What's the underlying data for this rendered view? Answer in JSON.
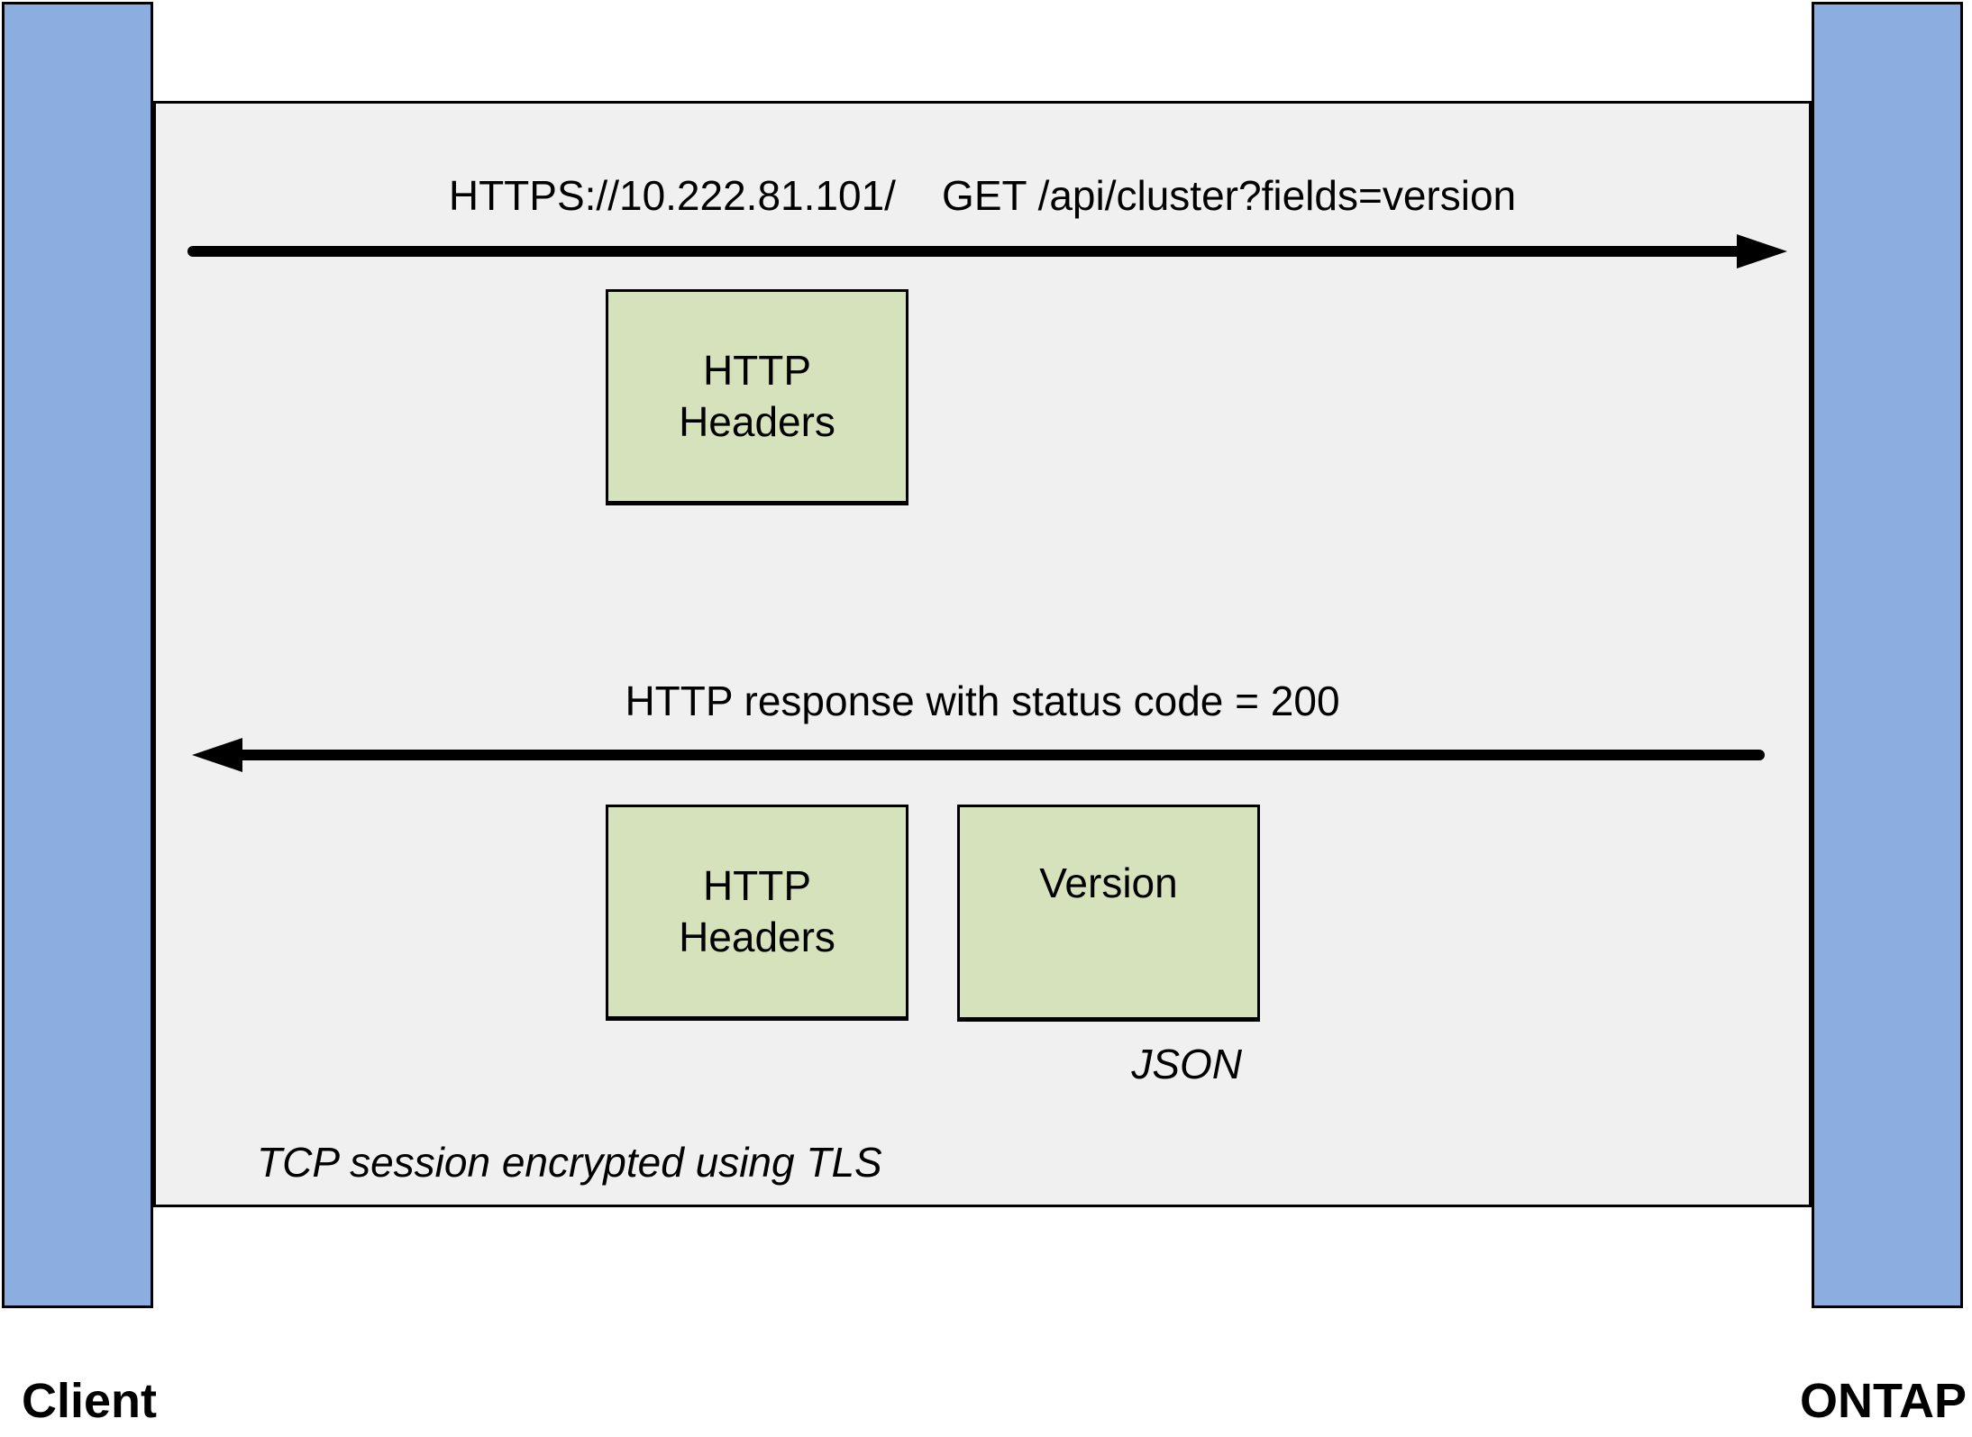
{
  "diagram": {
    "client_label": "Client",
    "ontap_label": "ONTAP",
    "request": {
      "label": "HTTPS://10.222.81.101/    GET /api/cluster?fields=version",
      "payload_box": {
        "line1": "HTTP",
        "line2": "Headers"
      }
    },
    "response": {
      "label": "HTTP response with status code = 200",
      "headers_box": {
        "line1": "HTTP",
        "line2": "Headers"
      },
      "version_box": {
        "label": "Version"
      },
      "format_label": "JSON"
    },
    "session_label": "TCP session encrypted using TLS"
  },
  "colors": {
    "lifeline_blue": "#8CADE0",
    "box_green": "#D6E2BC",
    "session_gray": "#F0F0F0",
    "line_black": "#000000"
  }
}
